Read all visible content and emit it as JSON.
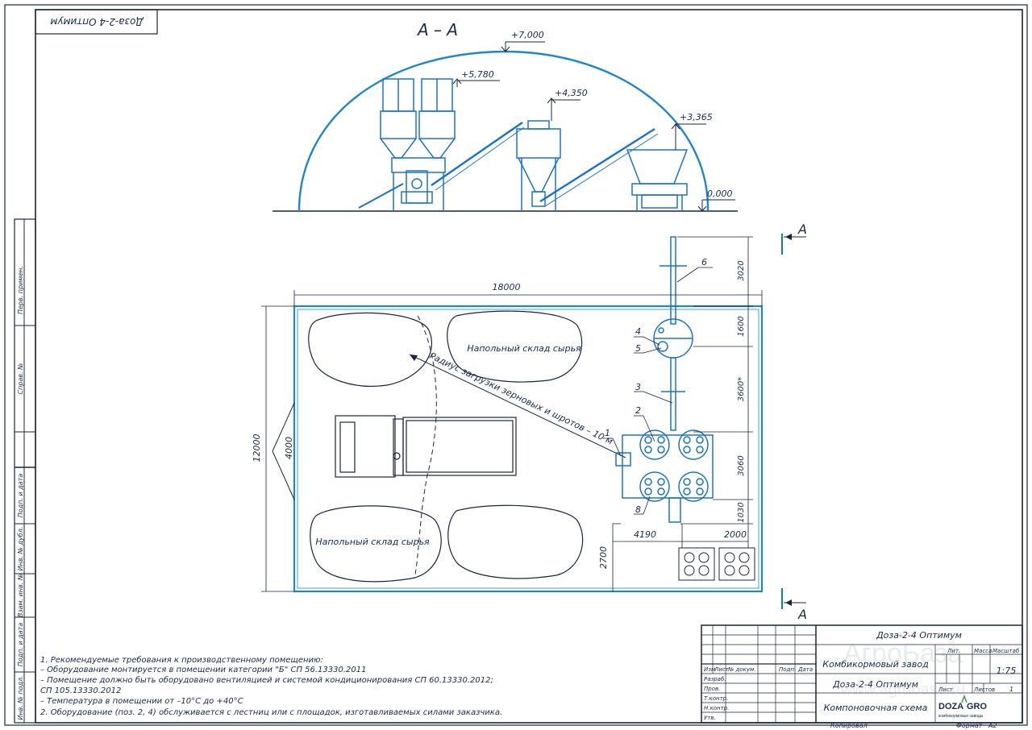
{
  "stamp_top": "Доза-2-4 Оптимум",
  "section_title": "А – А",
  "elevations": [
    "+7,000",
    "+5,780",
    "+4,350",
    "+3,365",
    "0,000"
  ],
  "section_mark": "А",
  "dimensions": {
    "width_total": "18000",
    "height_total": "12000",
    "inner_4000": "4000",
    "d3020": "3020",
    "d1600": "1600",
    "d3600": "3600*",
    "d3060": "3060",
    "d1030": "1030",
    "d4190": "4190",
    "d2000": "2000",
    "d2700": "2700"
  },
  "storage_labels": [
    "Напольный склад сырья",
    "Напольный склад сырья"
  ],
  "radius_label": "Радиус загрузки зерновых и шротов – 10 м",
  "positions": [
    "1",
    "2",
    "3",
    "4",
    "5",
    "6",
    "8"
  ],
  "notes": [
    "1. Рекомендуемые требования к производственному помещению:",
    "– Оборудование монтируется в помещении категории \"Б\" СП 56.13330.2011",
    "– Помещение должно быть оборудовано вентиляцией и системой кондиционирования СП 60.13330.2012;",
    "  СП 105.13330.2012",
    "– Температура в помещении от –10°С до +40°С",
    "2. Оборудование (поз. 2, 4) обслуживается с лестниц или с площадок, изготавливаемых силами заказчика."
  ],
  "side_labels": [
    "Перв. примен.",
    "Справ. №",
    "Подп. и дата",
    "Инв. № дубл.",
    "Взам. инв. №",
    "Подп. и дата",
    "Инв. № подл."
  ],
  "title_block": {
    "designation_top": "Доза-2-4 Оптимум",
    "plant": "Комбикормовый завод",
    "product": "Доза-2-4 Оптимум",
    "doc_name": "Компоновочная схема",
    "col_izm": "Изм",
    "col_list": "Лист",
    "col_ndoc": "№ докум.",
    "col_podp": "Подп.",
    "col_data": "Дата",
    "row_razrab": "Разраб.",
    "row_prov": "Пров.",
    "row_tkontr": "Т.контр.",
    "row_nkontr": "Н.контр.",
    "row_utv": "Утв.",
    "lit": "Лит.",
    "massa": "Масса",
    "masshtab": "Масштаб",
    "scale": "1:75",
    "list_lbl": "Лист",
    "listov_lbl": "Листов",
    "listov_val": "1",
    "logo_a": "DOZA",
    "logo_b": "GRO",
    "logo_sub": "комбикормовые заводы",
    "kopiroval": "Копировал",
    "format": "Формат",
    "format_val": "А2"
  },
  "watermark": [
    "АгроБаза",
    "www.agrobase.ru"
  ],
  "colors": {
    "frame": "#1b2340",
    "equipment": "#1a73c9",
    "building": "#1f86c9",
    "marker": "#0e8a70"
  }
}
